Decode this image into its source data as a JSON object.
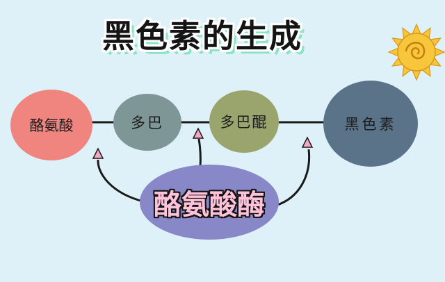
{
  "title": "黑色素的生成",
  "nodes": {
    "tyrosine": "酪氨酸",
    "dopa": "多巴",
    "dopaquinone": "多巴醌",
    "melanin": "黑色素",
    "enzyme": "酪氨酸酶"
  },
  "colors": {
    "background": "#dff1f8",
    "tyrosine": "#f0857f",
    "dopa": "#7f9696",
    "dopaquinone": "#9aa56e",
    "melanin": "#5a7388",
    "enzyme": "#8887c8",
    "enzyme_text": "#ffc2d8",
    "arrow_head": "#f4a8c4",
    "sun": "#f7c63a"
  },
  "icons": {
    "decoration": "sun-icon"
  }
}
